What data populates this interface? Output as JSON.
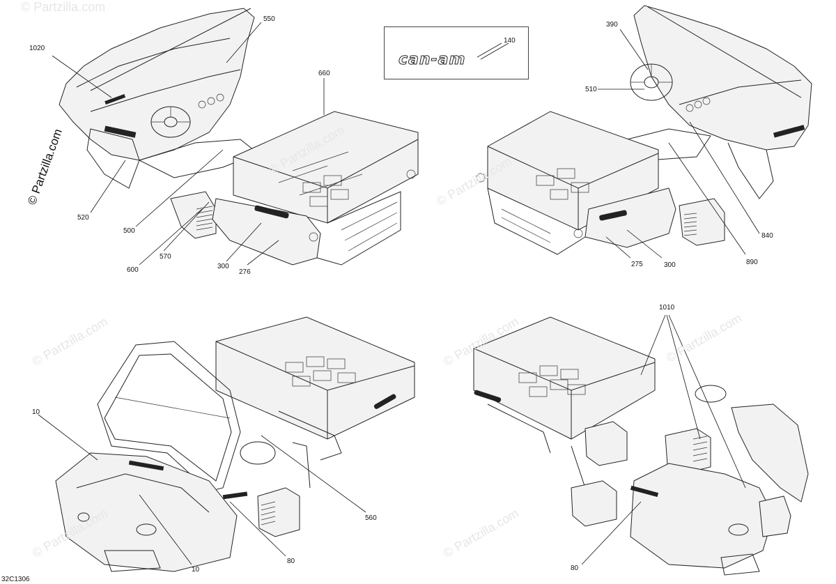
{
  "watermark": {
    "text": "© Partzilla.com"
  },
  "diagram_code": "32C1306",
  "logo_panel": {
    "callout": "140",
    "logo_text": "can-am"
  },
  "callouts": {
    "c1020": "1020",
    "c550": "550",
    "c660": "660",
    "c520": "520",
    "c500": "500",
    "c570": "570",
    "c600": "600",
    "c300a": "300",
    "c276": "276",
    "c390": "390",
    "c510": "510",
    "c840": "840",
    "c890": "890",
    "c300b": "300",
    "c275": "275",
    "c10a": "10",
    "c10b": "10",
    "c560": "560",
    "c80a": "80",
    "c1010": "1010",
    "c80b": "80"
  }
}
